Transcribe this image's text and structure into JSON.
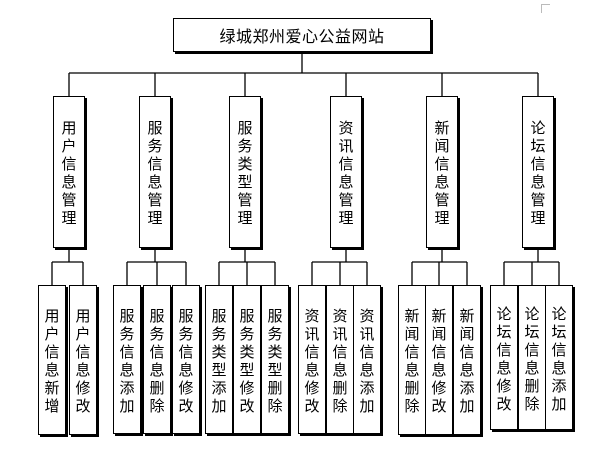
{
  "root": "绿城郑州爱心公益网站",
  "modules": [
    {
      "label": "用户信息管理",
      "children": [
        "用户信息新增",
        "用户信息修改"
      ]
    },
    {
      "label": "服务信息管理",
      "children": [
        "服务信息添加",
        "服务信息删除",
        "服务信息修改"
      ]
    },
    {
      "label": "服务类型管理",
      "children": [
        "服务类型添加",
        "服务类型修改",
        "服务类型删除"
      ]
    },
    {
      "label": "资讯信息管理",
      "children": [
        "资讯信息修改",
        "资讯信息删除",
        "资讯信息添加"
      ]
    },
    {
      "label": "新闻信息管理",
      "children": [
        "新闻信息删除",
        "新闻信息修改",
        "新闻信息添加"
      ]
    },
    {
      "label": "论坛信息管理",
      "children": [
        "论坛信息修改",
        "论坛信息删除",
        "论坛信息添加"
      ]
    }
  ]
}
